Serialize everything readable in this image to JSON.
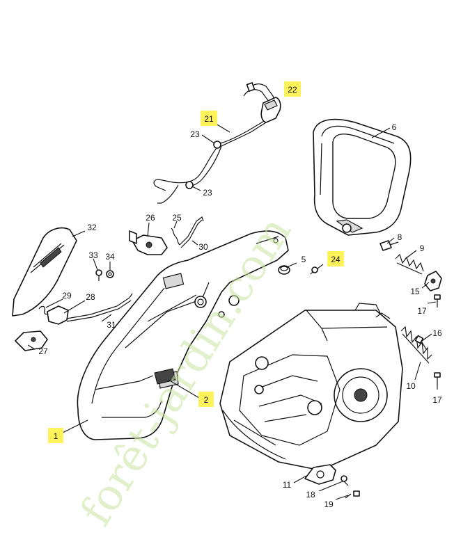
{
  "watermark": {
    "text": "forêt-jardin.com",
    "color": "#c9e3a0"
  },
  "highlight_color": "#fff35c",
  "callouts": [
    {
      "id": "1",
      "text": "1",
      "highlighted": true
    },
    {
      "id": "2",
      "text": "2",
      "highlighted": true
    },
    {
      "id": "5",
      "text": "5",
      "highlighted": false
    },
    {
      "id": "6",
      "text": "6",
      "highlighted": false
    },
    {
      "id": "8",
      "text": "8",
      "highlighted": false
    },
    {
      "id": "9",
      "text": "9",
      "highlighted": false
    },
    {
      "id": "10",
      "text": "10",
      "highlighted": false
    },
    {
      "id": "11",
      "text": "11",
      "highlighted": false
    },
    {
      "id": "15",
      "text": "15",
      "highlighted": false
    },
    {
      "id": "16",
      "text": "16",
      "highlighted": false
    },
    {
      "id": "17a",
      "text": "17",
      "highlighted": false
    },
    {
      "id": "17b",
      "text": "17",
      "highlighted": false
    },
    {
      "id": "18",
      "text": "18",
      "highlighted": false
    },
    {
      "id": "19",
      "text": "19",
      "highlighted": false
    },
    {
      "id": "21",
      "text": "21",
      "highlighted": true
    },
    {
      "id": "22",
      "text": "22",
      "highlighted": true
    },
    {
      "id": "23a",
      "text": "23",
      "highlighted": false
    },
    {
      "id": "23b",
      "text": "23",
      "highlighted": false
    },
    {
      "id": "24",
      "text": "24",
      "highlighted": true
    },
    {
      "id": "25",
      "text": "25",
      "highlighted": false
    },
    {
      "id": "26",
      "text": "26",
      "highlighted": false
    },
    {
      "id": "27",
      "text": "27",
      "highlighted": false
    },
    {
      "id": "28",
      "text": "28",
      "highlighted": false
    },
    {
      "id": "29",
      "text": "29",
      "highlighted": false
    },
    {
      "id": "30",
      "text": "30",
      "highlighted": false
    },
    {
      "id": "31",
      "text": "31",
      "highlighted": false
    },
    {
      "id": "32",
      "text": "32",
      "highlighted": false
    },
    {
      "id": "33",
      "text": "33",
      "highlighted": false
    },
    {
      "id": "34",
      "text": "34",
      "highlighted": false
    }
  ]
}
